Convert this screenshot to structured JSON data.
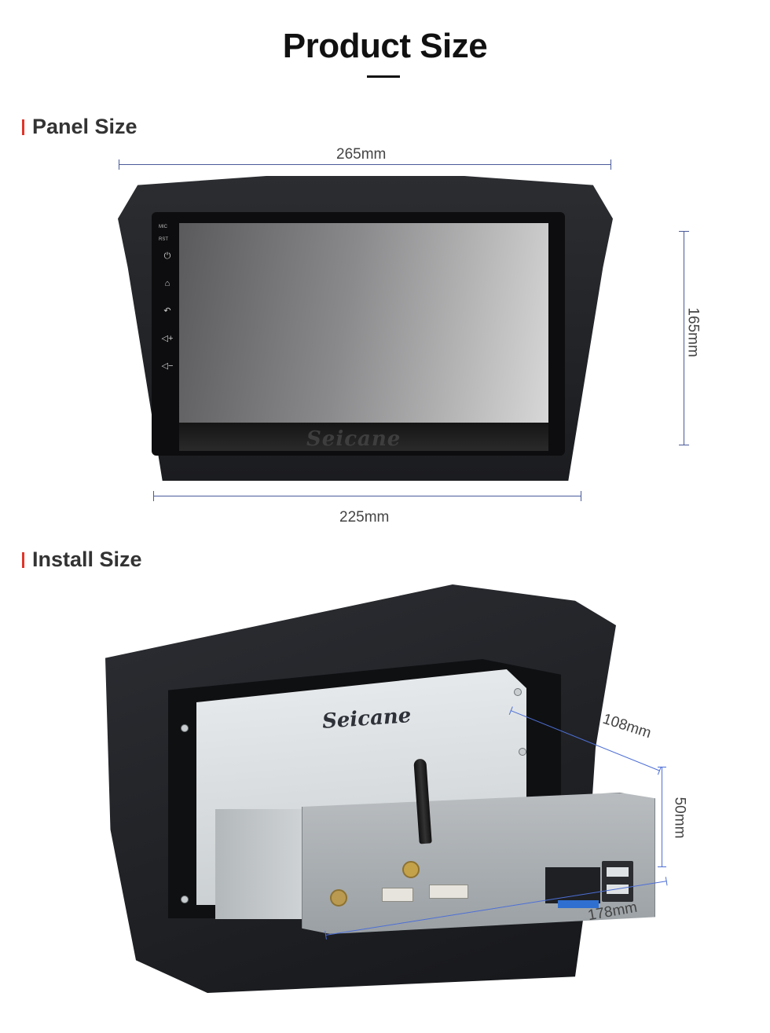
{
  "header": {
    "title": "Product Size"
  },
  "panel_section": {
    "heading": "Panel Size",
    "width_top": "265mm",
    "width_bottom": "225mm",
    "height": "165mm",
    "brand": "Seicane",
    "mic_label": "MIC",
    "rst_label": "RST"
  },
  "install_section": {
    "heading": "Install Size",
    "depth": "108mm",
    "height": "50mm",
    "width": "178mm",
    "brand": "Seicane"
  },
  "colors": {
    "accent_bar": "#e0352b",
    "dimension_line": "#4a5a9a",
    "install_dimension_line": "#4d6fd6"
  }
}
